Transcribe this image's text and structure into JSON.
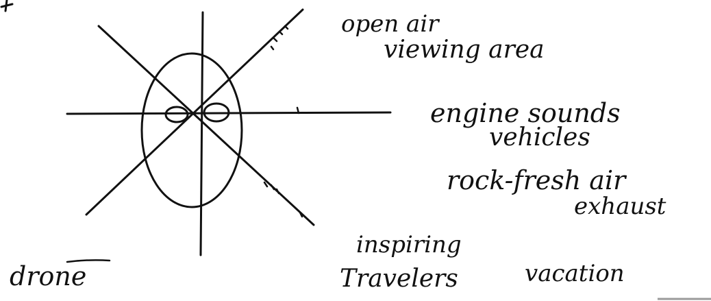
{
  "ink_color": "#111111",
  "paper_color": "#ffffff",
  "notes": {
    "open_air_line1": "open air",
    "open_air_line2": "viewing area",
    "engine_sounds": "engine sounds",
    "vehicles": "vehicles",
    "rock_fresh_air": "rock-fresh air",
    "exhaust": "exhaust",
    "inspiring": "inspiring",
    "travelers": "Travelers",
    "vacation": "vacation",
    "drone": "drone"
  }
}
